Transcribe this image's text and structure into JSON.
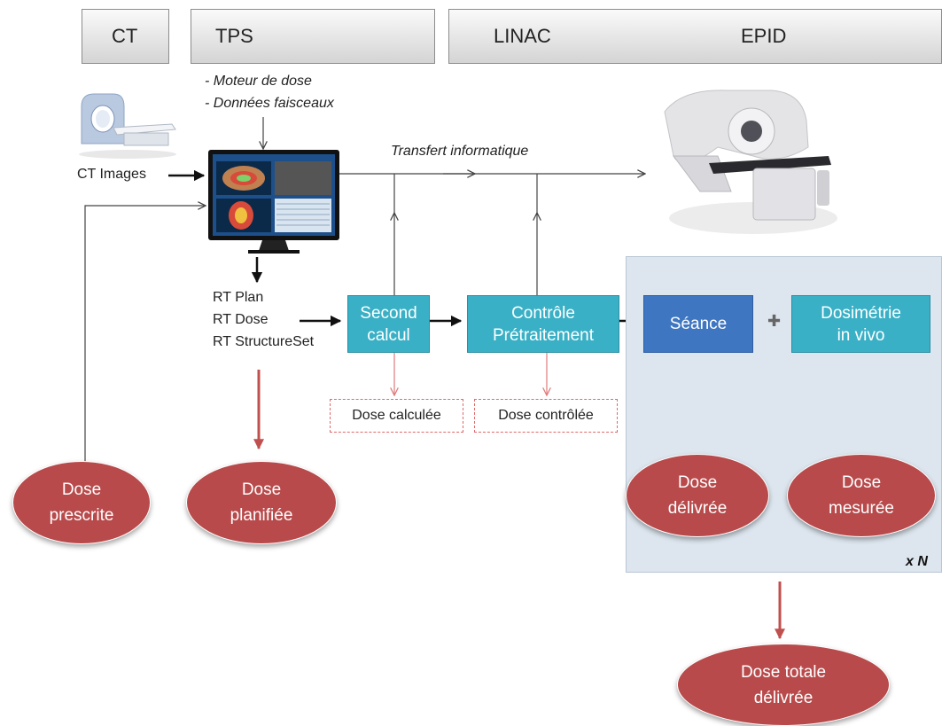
{
  "header": {
    "ct": "CT",
    "tps": "TPS",
    "linac": "LINAC",
    "epid": "EPID"
  },
  "tps_notes": [
    "- Moteur de dose",
    "- Données faisceaux"
  ],
  "ct_images_label": "CT Images",
  "transfer_label": "Transfert informatique",
  "rt_files": [
    "RT Plan",
    "RT Dose",
    "RT StructureSet"
  ],
  "boxes": {
    "second_calcul": "Second\ncalcul",
    "controle": "Contrôle\nPrétraitement",
    "seance": "Séance",
    "dosimetrie": "Dosimétrie\nin vivo"
  },
  "plus_sign": "✚",
  "dashed": {
    "dose_calculee": "Dose calculée",
    "dose_controlee": "Dose contrôlée"
  },
  "ovals": {
    "prescrite": "Dose\nprescrite",
    "planifiee": "Dose\nplanifiée",
    "delivree": "Dose\ndélivrée",
    "mesuree": "Dose\nmesurée",
    "totale": "Dose totale\ndélivrée"
  },
  "repeat_label": "x N",
  "colors": {
    "teal": "#3ab0c6",
    "blue": "#3f76c1",
    "dose_red": "#b84a4b",
    "arrow_red": "#c0504d",
    "panel": "#dde6ef"
  },
  "icons": [
    "ct-scanner-icon",
    "tps-monitor-icon",
    "linac-machine-icon"
  ]
}
